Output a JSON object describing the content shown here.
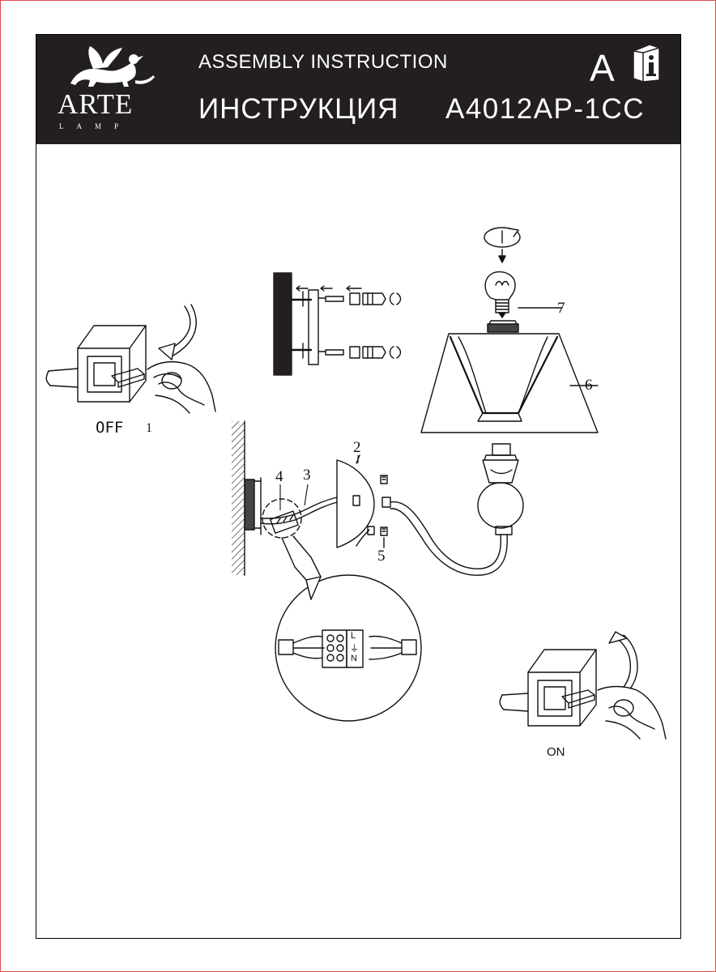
{
  "header": {
    "brand": "ARTE",
    "brand_sub": "LAMP",
    "title_en": "ASSEMBLY  INSTRUCTION",
    "title_ru": "ИНСТРУКЦИЯ",
    "model": "A4012AP-1CC",
    "language_letter": "A",
    "info_icon": "info-book-icon"
  },
  "steps": {
    "switch_off_label": "OFF",
    "switch_on_label": "ON",
    "step_number": "1"
  },
  "parts": {
    "p1": "1",
    "p2": "2",
    "p3": "3",
    "p4": "4",
    "p5": "5",
    "p6": "6",
    "p7": "7"
  },
  "connector_labels": {
    "l": "L",
    "ground": "⏚",
    "n": "N"
  },
  "colors": {
    "header_bg": "#231f20",
    "line": "#111111"
  }
}
